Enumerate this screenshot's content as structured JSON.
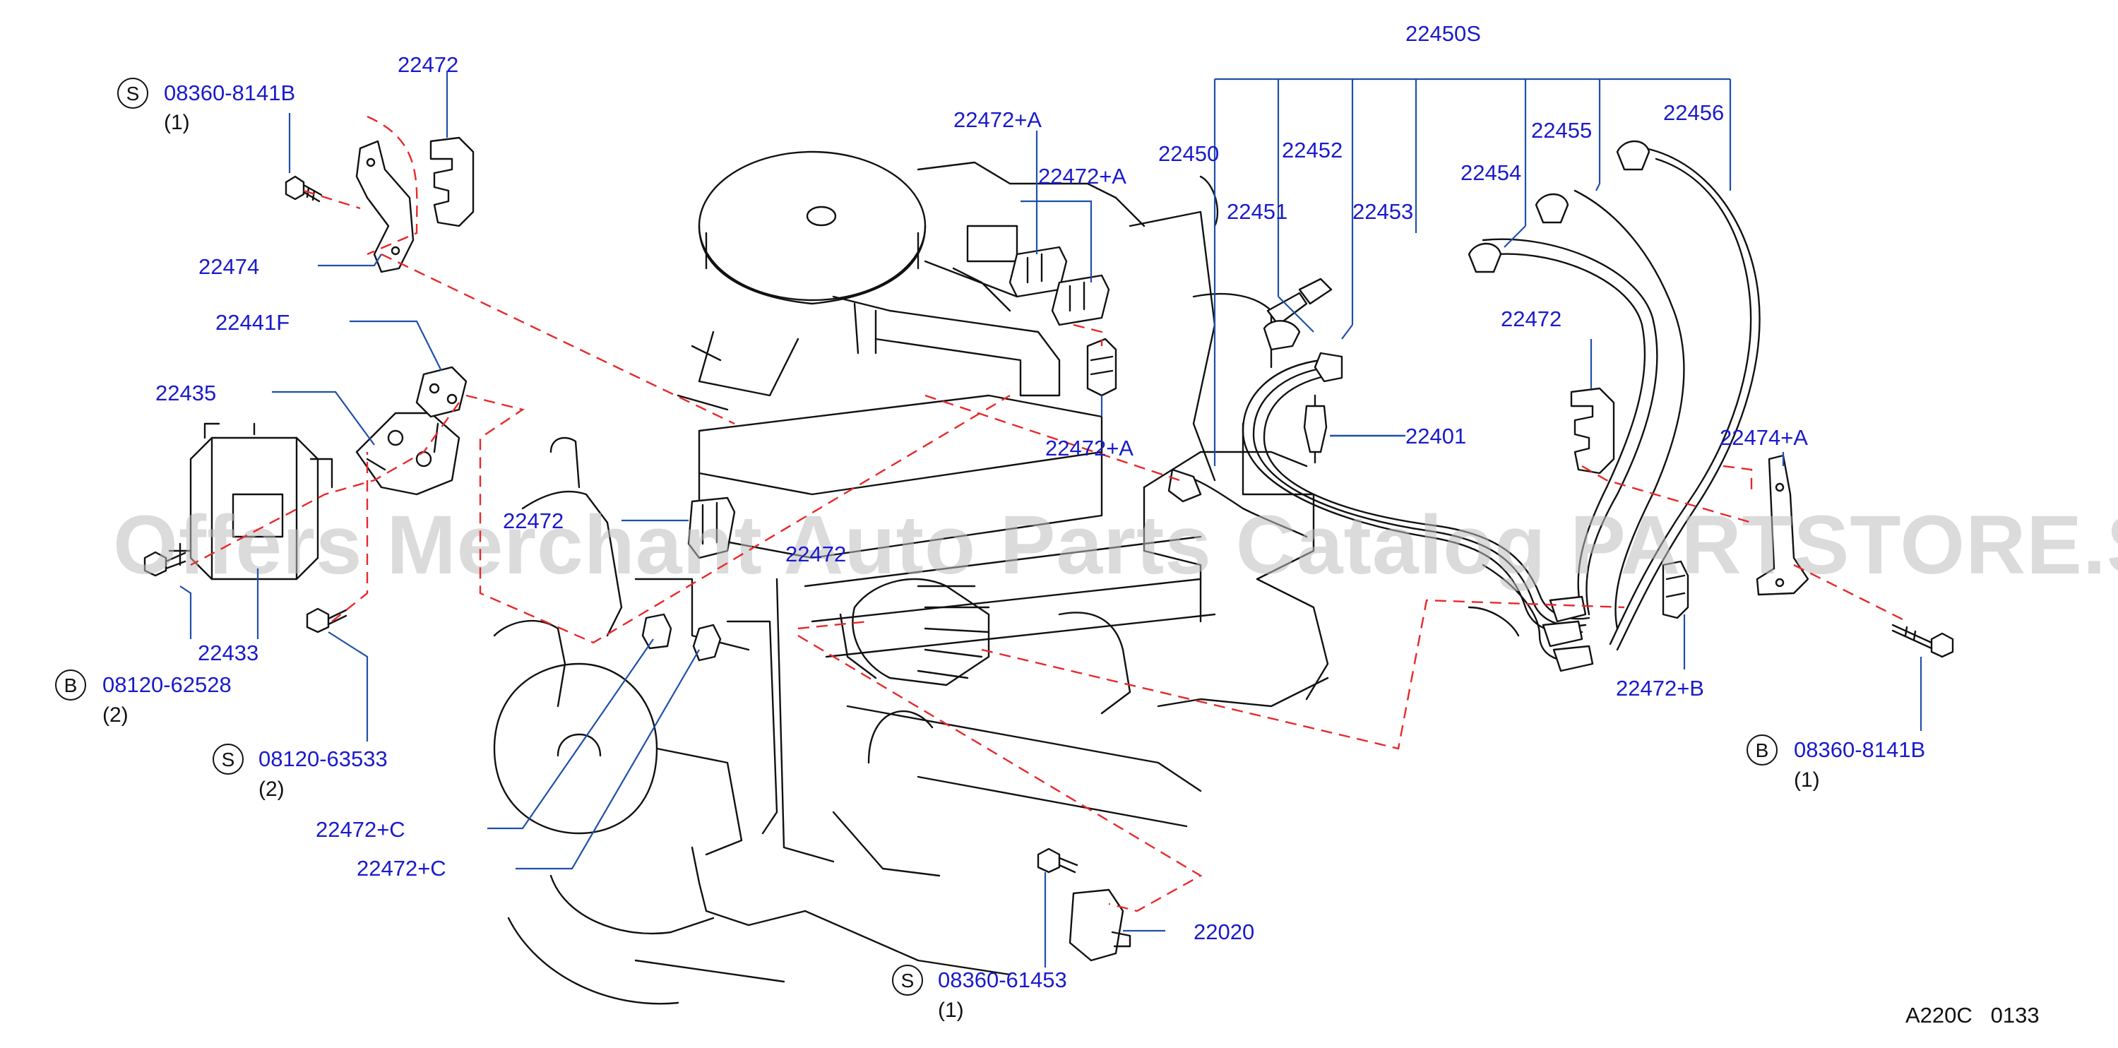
{
  "diagram_code": "A220C   0133",
  "watermark": "Offers Merchant Auto Parts Catalog PARTSTORE.SA",
  "colors": {
    "label": "#1a1acc",
    "leader": "#1f4fa8",
    "dashed": "#e8282a",
    "ink": "#111111",
    "watermark": "#bdbdbd"
  },
  "parts": [
    {
      "id": "p-22450s",
      "number": "22450S"
    },
    {
      "id": "p-22450",
      "number": "22450"
    },
    {
      "id": "p-22451",
      "number": "22451"
    },
    {
      "id": "p-22452",
      "number": "22452"
    },
    {
      "id": "p-22453",
      "number": "22453"
    },
    {
      "id": "p-22454",
      "number": "22454"
    },
    {
      "id": "p-22455",
      "number": "22455"
    },
    {
      "id": "p-22456",
      "number": "22456"
    },
    {
      "id": "p-22472-top",
      "number": "22472"
    },
    {
      "id": "p-22472-right",
      "number": "22472"
    },
    {
      "id": "p-22472-mid",
      "number": "22472"
    },
    {
      "id": "p-22472-mid2",
      "number": "22472"
    },
    {
      "id": "p-22472a-1",
      "number": "22472+A"
    },
    {
      "id": "p-22472a-2",
      "number": "22472+A"
    },
    {
      "id": "p-22472a-3",
      "number": "22472+A"
    },
    {
      "id": "p-22472b",
      "number": "22472+B"
    },
    {
      "id": "p-22472c-1",
      "number": "22472+C"
    },
    {
      "id": "p-22472c-2",
      "number": "22472+C"
    },
    {
      "id": "p-22474",
      "number": "22474"
    },
    {
      "id": "p-22474a",
      "number": "22474+A"
    },
    {
      "id": "p-22441f",
      "number": "22441F"
    },
    {
      "id": "p-22435",
      "number": "22435"
    },
    {
      "id": "p-22433",
      "number": "22433"
    },
    {
      "id": "p-22401",
      "number": "22401"
    },
    {
      "id": "p-22020",
      "number": "22020"
    }
  ],
  "fasteners": [
    {
      "id": "f1",
      "badge": "S",
      "number": "08360-8141B",
      "qty": "(1)"
    },
    {
      "id": "f2",
      "badge": "B",
      "number": "08120-62528",
      "qty": "(2)"
    },
    {
      "id": "f3",
      "badge": "S",
      "number": "08120-63533",
      "qty": "(2)"
    },
    {
      "id": "f4",
      "badge": "B",
      "number": "08360-8141B",
      "qty": "(1)"
    },
    {
      "id": "f5",
      "badge": "S",
      "number": "08360-61453",
      "qty": "(1)"
    }
  ]
}
